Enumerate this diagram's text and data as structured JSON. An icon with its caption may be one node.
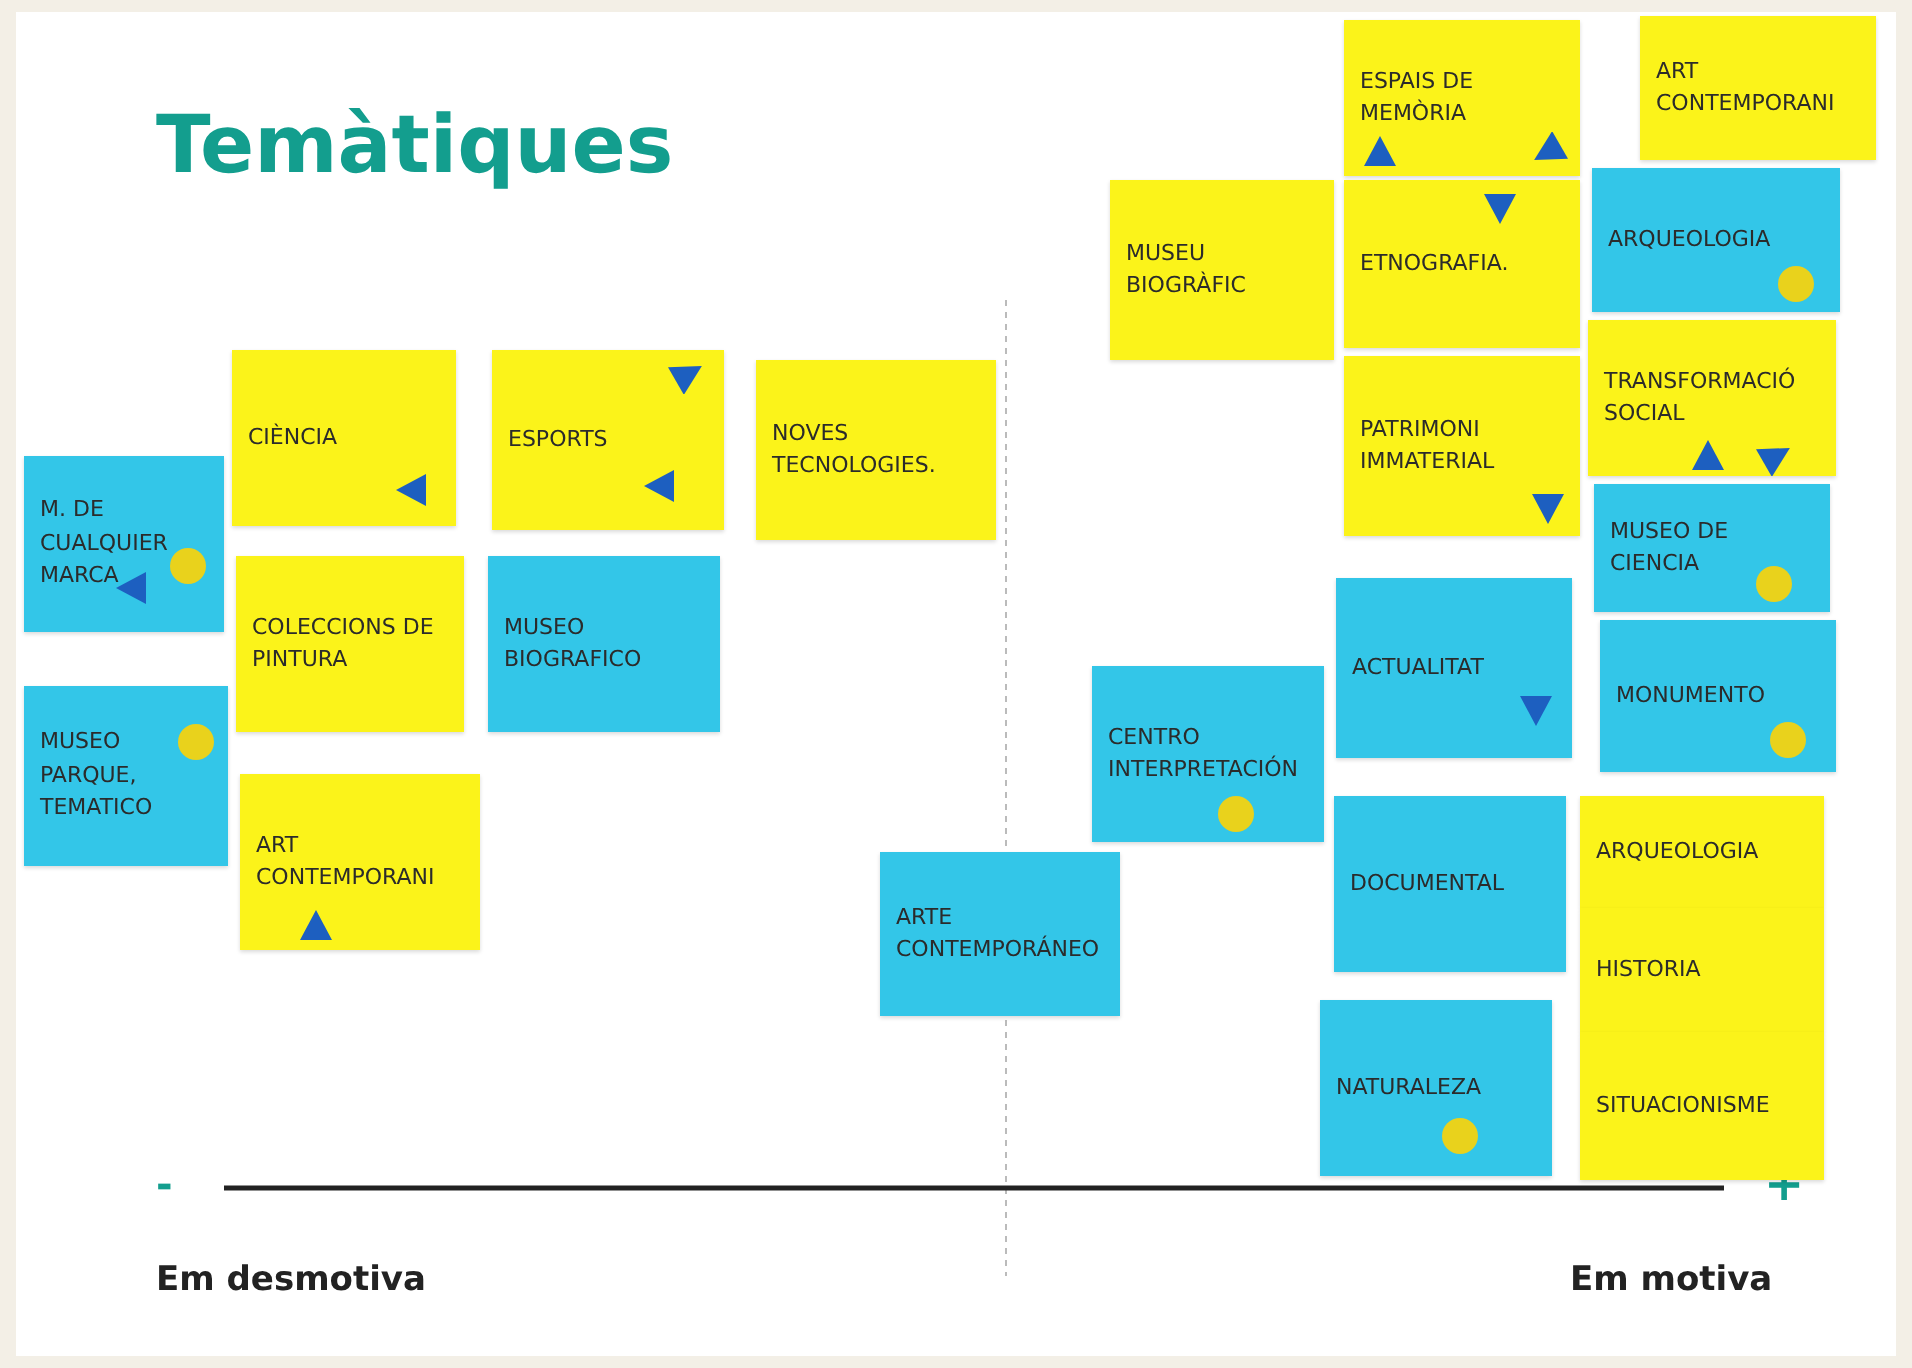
{
  "diagram": {
    "title": "Temàtiques",
    "nodes": [
      {
        "text": [
          "CIÈNCIA"
        ]
      },
      {
        "text": [
          "ESPORTS"
        ]
      },
      {
        "text": [
          "NOVES TECNOLOGIES."
        ]
      },
      {
        "text": [
          "M. DE CUALQUIER MARCA"
        ]
      },
      {
        "text": [
          "COLECCIONS DE PINTURA"
        ]
      },
      {
        "text": [
          "MUSEO BIOGRAFICO"
        ]
      },
      {
        "text": [
          "MUSEO PARQUE, TEMATICO"
        ]
      },
      {
        "text": [
          "ART CONTEMPORANI"
        ]
      },
      {
        "text": [
          "ARTE CONTEMPORÁNEO"
        ]
      },
      {
        "text": [
          "ESPAIS DE MEMÒRIA"
        ]
      },
      {
        "text": [
          "ART CONTEMPORANI"
        ]
      },
      {
        "text": [
          "MUSEU BIOGRÀFIC"
        ]
      },
      {
        "text": [
          "ETNOGRAFIA."
        ]
      },
      {
        "text": [
          "ARQUEOLOGIA"
        ]
      },
      {
        "text": [
          "PATRIMONI IMMATERIAL"
        ]
      },
      {
        "text": [
          "TRANSFORMACIÓ SOCIAL"
        ]
      },
      {
        "text": [
          "MUSEO DE CIENCIA"
        ]
      },
      {
        "text": [
          "CENTRO INTERPRETACIÓN"
        ]
      },
      {
        "text": [
          "ACTUALITAT"
        ]
      },
      {
        "text": [
          "MONUMENTO"
        ]
      },
      {
        "text": [
          "DOCUMENTAL"
        ]
      },
      {
        "text": [
          "NATURALEZA"
        ]
      },
      {
        "text": [
          "ARQUEOLOGIA"
        ]
      },
      {
        "text": [
          "HISTORIA"
        ]
      },
      {
        "text": [
          "SITUACIONISME"
        ]
      }
    ],
    "edges": [],
    "labels": [
      "-",
      "+",
      "Em desmotiva",
      "Em motiva"
    ]
  }
}
